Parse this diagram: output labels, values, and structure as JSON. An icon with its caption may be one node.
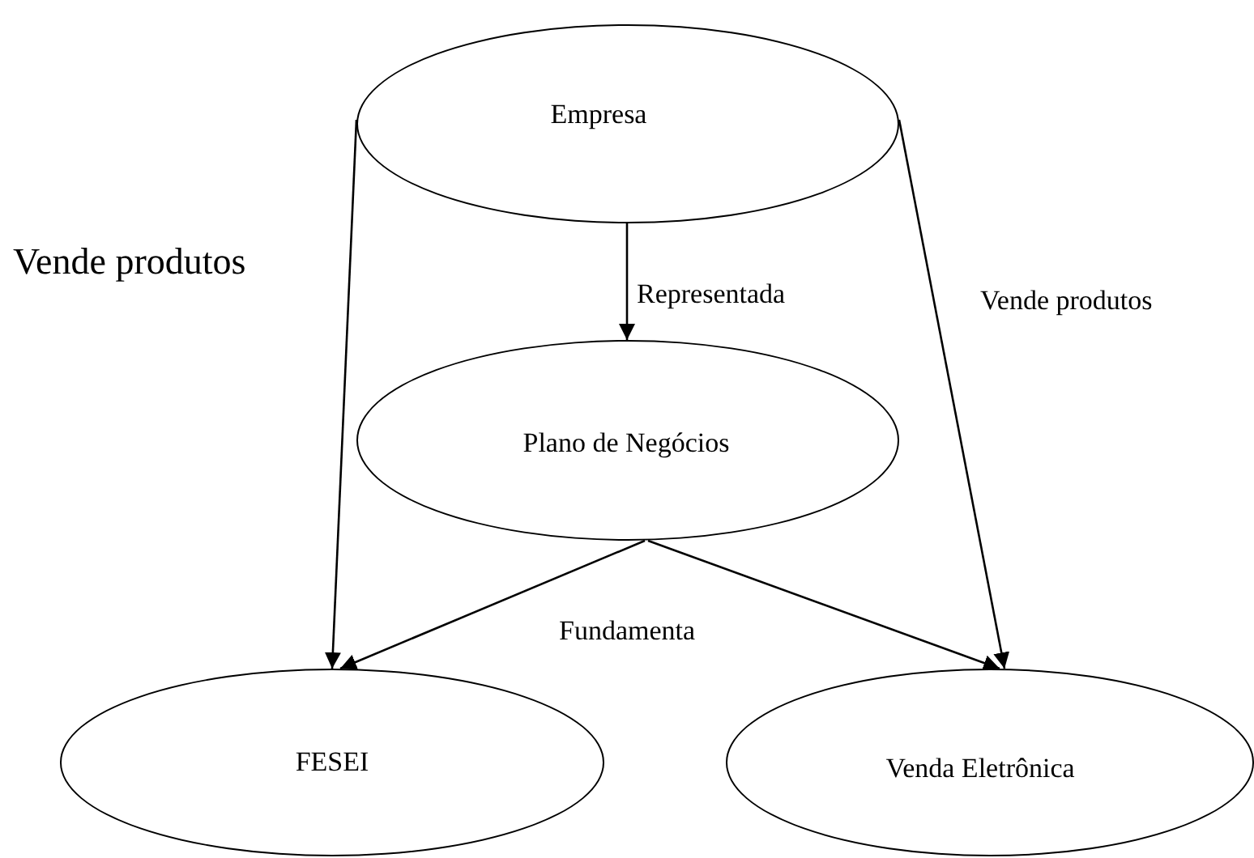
{
  "diagram": {
    "nodes": [
      {
        "text": [
          "Empresa"
        ]
      },
      {
        "text": [
          "Plano de Negócios"
        ]
      },
      {
        "text": [
          "FESEI"
        ]
      },
      {
        "text": [
          "Venda Eletrônica"
        ]
      }
    ],
    "edges": [
      {
        "from": 0,
        "to": 2,
        "arrow": "to",
        "label": "Vende produtos"
      },
      {
        "from": 0,
        "to": 1,
        "arrow": "to",
        "label": "Representada"
      },
      {
        "from": 0,
        "to": 3,
        "arrow": "to",
        "label": "Vende produtos"
      },
      {
        "from": 1,
        "to": 2,
        "arrow": "to",
        "label": "Fundamenta"
      },
      {
        "from": 1,
        "to": 3,
        "arrow": "to"
      }
    ]
  }
}
